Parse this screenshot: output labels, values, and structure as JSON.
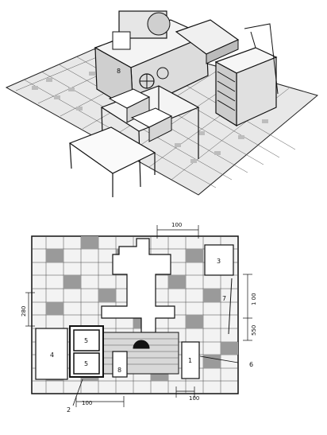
{
  "figure": {
    "plan_labels": {
      "item_1": "1",
      "item_2": "2",
      "item_3": "3",
      "item_4": "4",
      "item_5a": "5",
      "item_5b": "5",
      "item_6": "6",
      "item_7": "7",
      "item_8": "8",
      "iso_8": "8"
    },
    "dimensions": {
      "top_width": "100",
      "left_height": "280",
      "right_upper": "1 00",
      "right_lower": "550",
      "bottom_left": "100",
      "bottom_right": "100"
    }
  }
}
